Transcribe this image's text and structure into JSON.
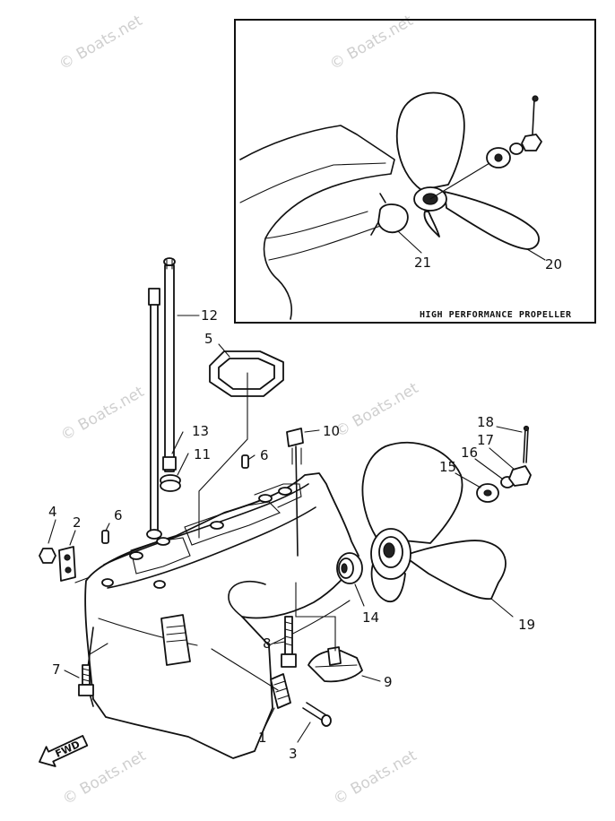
{
  "inset": {
    "caption": "HIGH PERFORMANCE PROPELLER",
    "callouts": [
      {
        "id": "20",
        "label": "20"
      },
      {
        "id": "21",
        "label": "21"
      }
    ]
  },
  "callouts": [
    {
      "id": "1",
      "label": "1"
    },
    {
      "id": "2",
      "label": "2"
    },
    {
      "id": "3",
      "label": "3"
    },
    {
      "id": "4",
      "label": "4"
    },
    {
      "id": "5",
      "label": "5"
    },
    {
      "id": "6a",
      "label": "6"
    },
    {
      "id": "6b",
      "label": "6"
    },
    {
      "id": "7",
      "label": "7"
    },
    {
      "id": "8",
      "label": "8"
    },
    {
      "id": "9",
      "label": "9"
    },
    {
      "id": "10",
      "label": "10"
    },
    {
      "id": "11",
      "label": "11"
    },
    {
      "id": "12",
      "label": "12"
    },
    {
      "id": "13",
      "label": "13"
    },
    {
      "id": "14",
      "label": "14"
    },
    {
      "id": "15",
      "label": "15"
    },
    {
      "id": "16",
      "label": "16"
    },
    {
      "id": "17",
      "label": "17"
    },
    {
      "id": "18",
      "label": "18"
    },
    {
      "id": "19",
      "label": "19"
    }
  ],
  "direction_badge": "FWD",
  "watermark": "© Boats.net",
  "colors": {
    "ink": "#111111",
    "watermark": "#cfcfcf",
    "paper": "#ffffff"
  }
}
